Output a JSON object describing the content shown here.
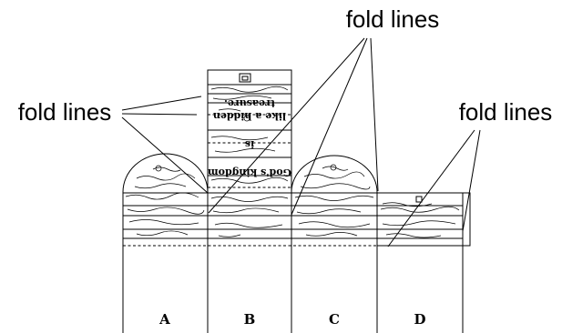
{
  "callouts": {
    "top": "fold lines",
    "left": "fold lines",
    "right": "fold lines"
  },
  "panels": [
    {
      "id": "a",
      "label": "A"
    },
    {
      "id": "b",
      "label": "B"
    },
    {
      "id": "c",
      "label": "C"
    },
    {
      "id": "d",
      "label": "D"
    }
  ],
  "lid_text": {
    "line1": "God's kingdom",
    "line2": "is",
    "line3": "like a hidden",
    "line4": "treasure."
  }
}
